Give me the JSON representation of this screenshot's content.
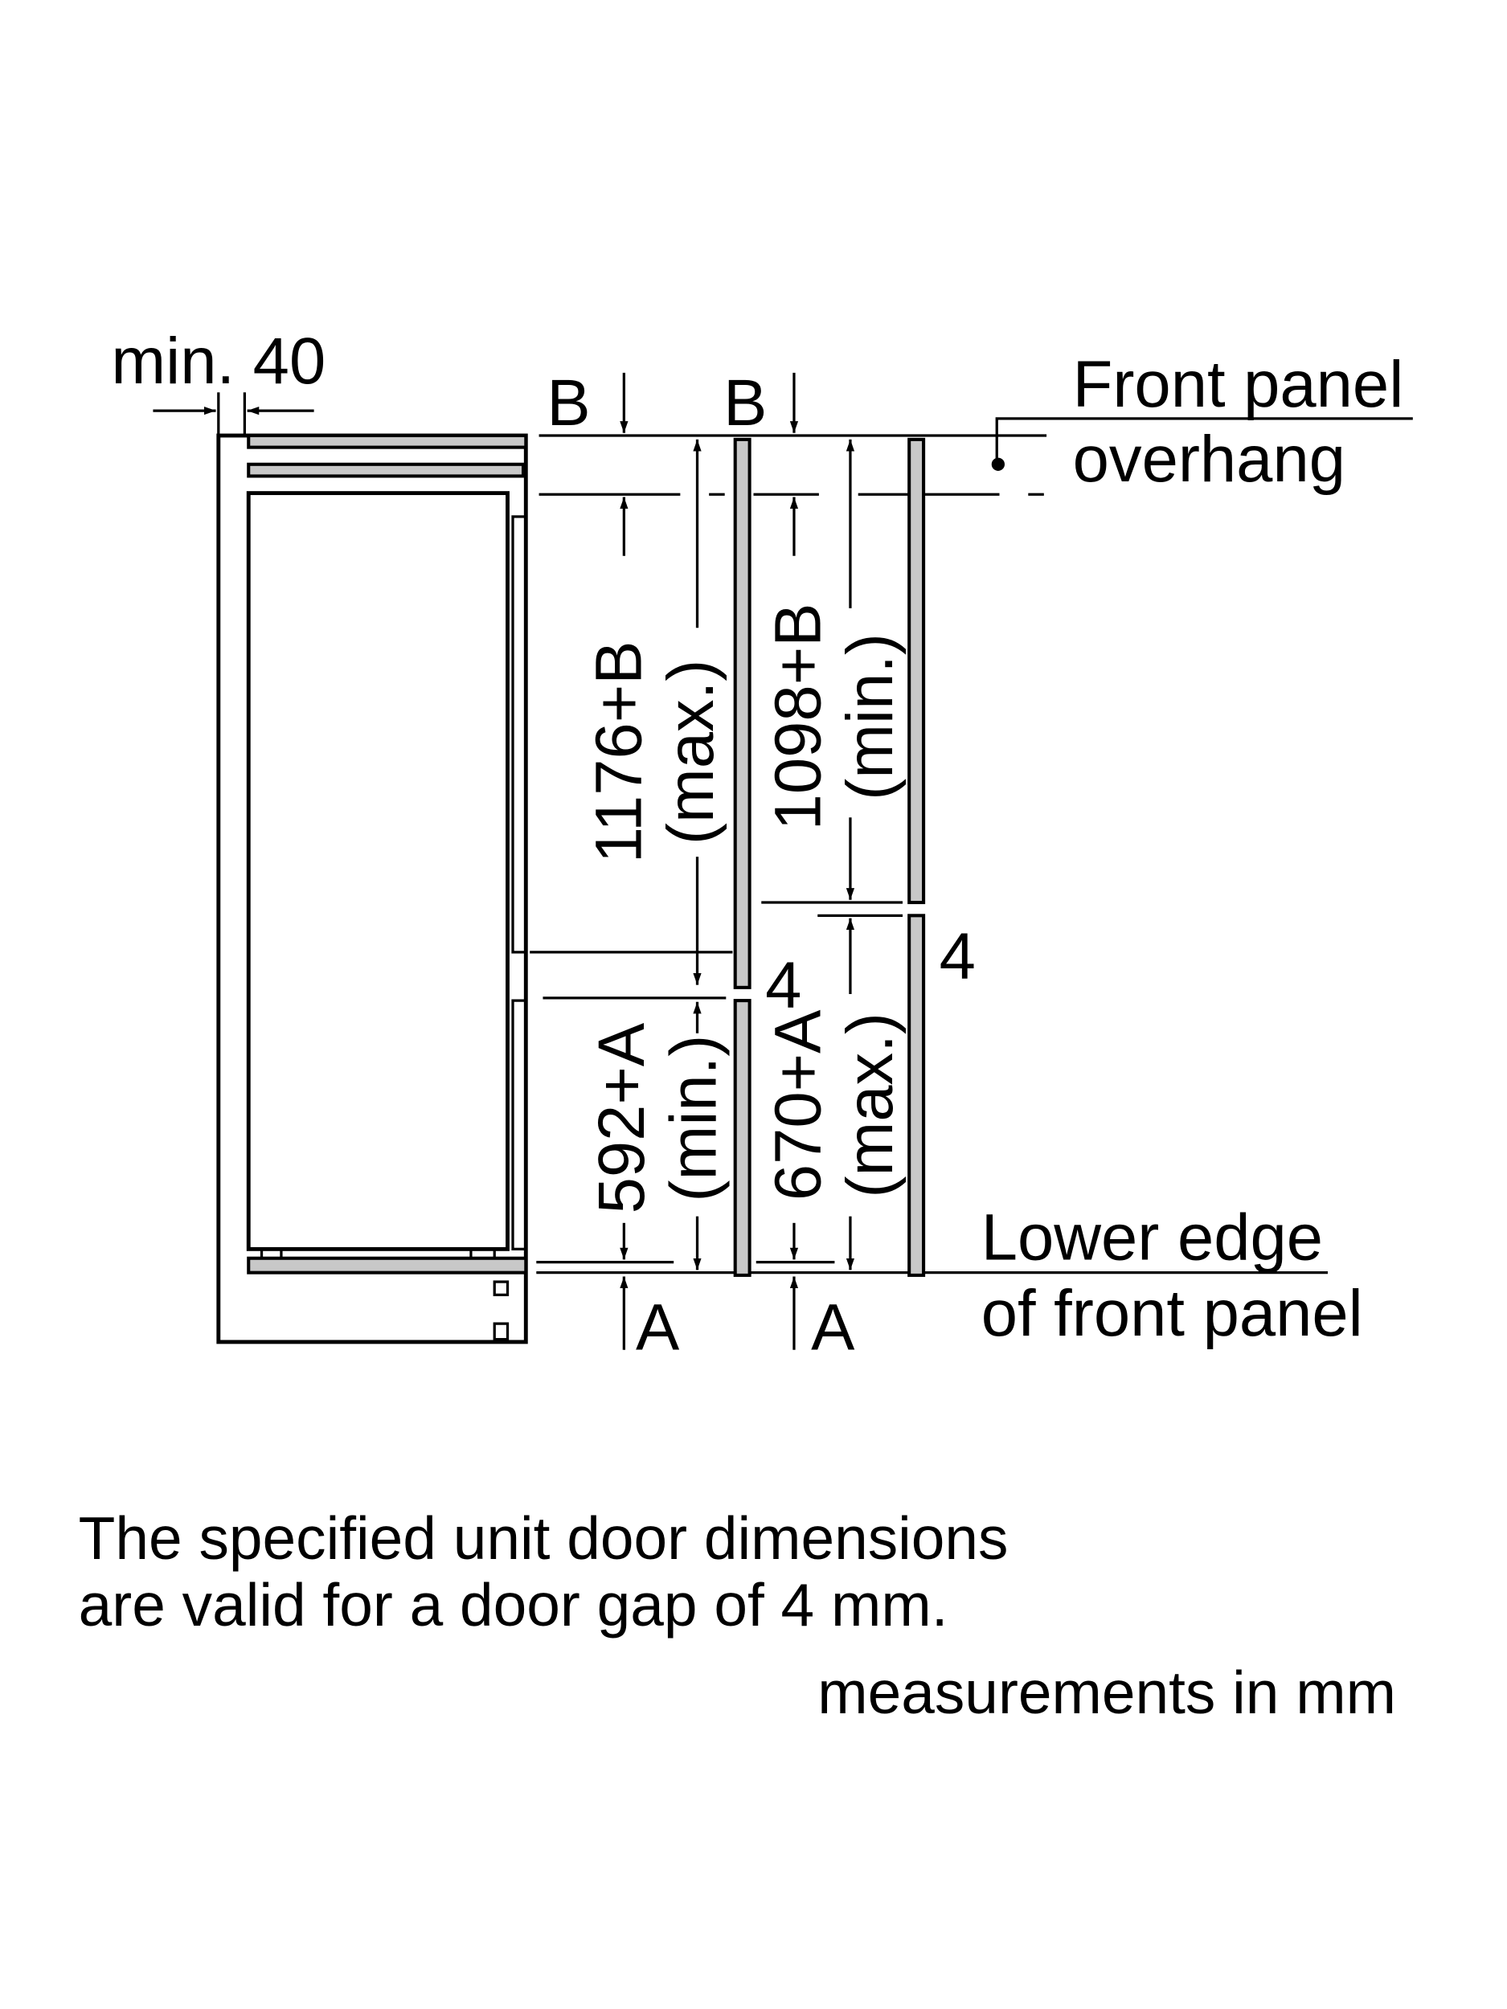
{
  "labels": {
    "min_gap": "min. 40",
    "b_left": "B",
    "b_right": "B",
    "a_left": "A",
    "a_right": "A",
    "dim_upper_left": "1176+B",
    "dim_upper_left_qual": "(max.)",
    "dim_upper_right": "1098+B",
    "dim_upper_right_qual": "(min.)",
    "dim_lower_left": "592+A",
    "dim_lower_left_qual": "(min.)",
    "dim_lower_right": "670+A",
    "dim_lower_right_qual": "(max.)",
    "gap_left": "4",
    "gap_right": "4",
    "front_panel_line1": "Front panel",
    "front_panel_line2": "overhang",
    "lower_edge_line1": "Lower edge",
    "lower_edge_line2": "of front panel"
  },
  "notes": {
    "line1": "The specified unit door dimensions",
    "line2": "are valid for a door gap of 4 mm.",
    "units": "measurements in mm"
  }
}
